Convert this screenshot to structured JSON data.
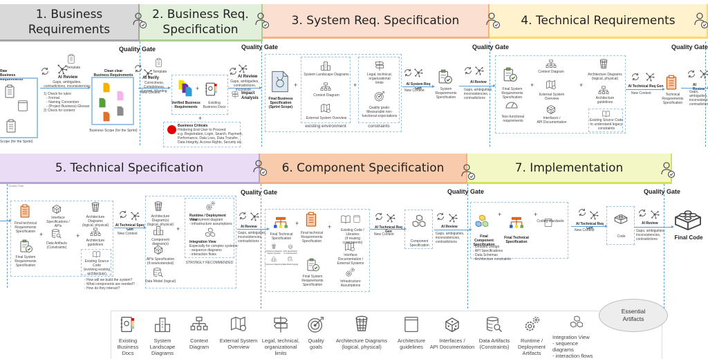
{
  "phases": [
    {
      "label": "1. Business\nRequirements",
      "color": "#d9d9d9"
    },
    {
      "label": "2. Business Req.\nSpecification",
      "color": "#e2efda"
    },
    {
      "label": "3. System Req. Specification",
      "color": "#fbe0d2"
    },
    {
      "label": "4. Technical Requirements",
      "color": "#fff2cc"
    },
    {
      "label": "5. Technical Specification",
      "color": "#eadcf4"
    },
    {
      "label": "6. Component Specification",
      "color": "#f8cbad"
    },
    {
      "label": "7. Implementation",
      "color": "#f2f7c5"
    }
  ],
  "quality_gate": "Quality Gate",
  "quality_gate_small": "Quality Gate",
  "p1": {
    "raw": "Raw Business\nRequirements",
    "scope_left": "Scope (for the Sprint)",
    "ai_review": "AI Review",
    "ai_review_desc": "Gaps, ambiguities,\ncontradictions, inconsistencies",
    "template": "Template",
    "checks": "1) Check for rules:\n   - Format\n   - Naming Convention\n   - (Project Business) Glossar\n2) Check for content",
    "clean": "Clean clear\nBusiness Requirements",
    "scope": "Business Scope (for the Sprint)"
  },
  "p2": {
    "template": "Template",
    "ai_verify": "AI Verify",
    "ai_verify_desc": "Correctness, Completness,\nFormat, Wording",
    "new_context": "New Context",
    "verified": "Verified Business\nRequirements",
    "existing_docs": "Existing\nBusiness Docs",
    "ai_review": "AI Review",
    "ai_review_desc": "Gaps, ambiguities,\ncontradictions, inconsiste...",
    "impact": "Impact\nAnalysis",
    "critical_title": "Business Criticals",
    "critical_text": "Hindering End-User to Proceed\ne.g. Registration, Login, Search, Payment,\nPerformance, Data Loss, Data Transfer,\nData Integrity, Access Rights, Security etc."
  },
  "p3": {
    "final_biz": "Final Business\nSpecification\n(Sprint Scope)",
    "landscape": "System Landscape Diagrams",
    "context": "Context Diagram",
    "external": "External System Overview",
    "env_caption": "existing environment",
    "legal": "Legal, technical,\norganizational\nlimits",
    "quality": "Quality goals:\nMeasurable non-\nfunctional expectations",
    "constraints_caption": "constraints",
    "gen": "AI System Req Gen",
    "new_context": "New Context",
    "sysreq": "System\nRequirements\nSpecification",
    "ai_review": "AI Review",
    "ai_review_desc": "Gaps, ambiguities,\ninconsistencies,\ncontradictions"
  },
  "p4": {
    "final_sys": "Final System\nRequirements\nSpecification",
    "nonfunc": "Non-functional\nrequirements",
    "context": "Context Diagram",
    "external": "External System Overview",
    "interfaces": "Interfaces /\nAPI Documentation",
    "arch": "Architecture Diagrams\n(logical, physical)",
    "guidelines": "Architecture\nguidelines",
    "source": "Existing Source Code\nto understand legacy\nconstraints",
    "gen": "AI Technical Req Gen",
    "new_context": "New Context",
    "techreq": "Technical\nRequirements\nSpecification",
    "ai_review": "AI Review",
    "ai_review_desc": "Gaps, ambiguities,\ninconsistencies,\ncontradictions"
  },
  "p5": {
    "final_tech_req": "Final technical\nRequirements\nSpecification",
    "final_sys": "Final System\nRequirements\nSpecification",
    "interface": "Interface\nSpecifications / APIs",
    "data": "Data Artifacts\n(Constraints)",
    "arch": "Architecture Diagrams\n(logical, physical)",
    "guidelines": "Architecture\nguidelines",
    "source": "Existing Source Code\n(evolving existing\narchitecture)",
    "questions": "- How will we build the system?\n- What components are needed?\n- How do they interact?",
    "gen": "AI Technical Spec Gen",
    "new_context": "New Context",
    "out_arch": "Architecture Diagram(s)\n(logical, physical)",
    "out_comp": "Component diagram(s)",
    "out_api": "APIs Specification\n(if new/extended)",
    "out_data": "Data Model (logical)",
    "runtime_title": "Runtime / Deployment View",
    "runtime_text": "- deployment diagram\n- infrastructure assumptions",
    "integration_title": "Integration View",
    "integration_text": "Especially for complex systems:\n- sequence diagrams\n- interaction flows",
    "recommended": "STRONGLY RECOMMENDED",
    "ai_review": "AI Review",
    "ai_review_desc": "Gaps, ambiguities,\ninconsistencies,\ncontradictions"
  },
  "p6": {
    "final_tech_spec": "Final Technical\nSpecification",
    "mini": [
      "Architecture Diagrams\n(logical, physical)",
      "APIs Specification\n(if new/extended)",
      "Component diagram(s)",
      "Data Model (logical)"
    ],
    "final_tech_req": "Final technical\nRequirements\nSpecification",
    "final_sys": "Final System\nRequirements\nSpecification",
    "existing_code": "Existing Code / Libraries\n(if reusing components)",
    "interface_doc": "Interface\nDocumentation /\nExternal Systems",
    "infra": "Infrastructure\nAssumptions",
    "gen": "AI Technical Req Gen",
    "new_context": "New Context",
    "component": "Component\nSpecification",
    "ai_review": "AI Review",
    "ai_review_desc": "Gaps, ambiguities,\ninconsistencies,\ncontradictions"
  },
  "p7": {
    "final_comp": "Final Component\nSpecification",
    "comp_list": "- Detailed Design\n- API Specifications\n- Data Schemas\n- Architecture constraints",
    "final_tech": "Final Technical\nSpecification",
    "coding": "Coding standards",
    "gen": "AI Technical Req Gen",
    "new_context": "New Context",
    "code": "Code",
    "ai_review": "AI Review",
    "ai_review_desc": "Gaps, ambiguities,\ninconsistencies,\ncontradictions",
    "final_code": "Final Code"
  },
  "legend": {
    "title": "Essential\nArtifacts",
    "items": [
      {
        "icon": "business-docs-icon",
        "label": "Existing\nBusiness Docs"
      },
      {
        "icon": "landscape-icon",
        "label": "System\nLandscape\nDiagrams"
      },
      {
        "icon": "context-diagram-icon",
        "label": "Context\nDiagram"
      },
      {
        "icon": "map-icon",
        "label": "External System\nOverview"
      },
      {
        "icon": "signpost-icon",
        "label": "Legal, technical,\norganizational\nlimits"
      },
      {
        "icon": "target-icon",
        "label": "Quality\ngoals"
      },
      {
        "icon": "architecture-icon",
        "label": "Architecture Diagrams\n(logical, physical)"
      },
      {
        "icon": "guidelines-icon",
        "label": "Architecture\nguidelines"
      },
      {
        "icon": "dice-icon",
        "label": "Interfaces /\nAPI Documentation"
      },
      {
        "icon": "database-icon",
        "label": "Data Artifacts\n(Constraints)"
      },
      {
        "icon": "gears-icon",
        "label": "Runtime /\nDeployment\nArtifacts"
      },
      {
        "icon": "cubes-icon",
        "label": "Integration View\n- sequence diagrams\n- interaction flows"
      }
    ]
  }
}
